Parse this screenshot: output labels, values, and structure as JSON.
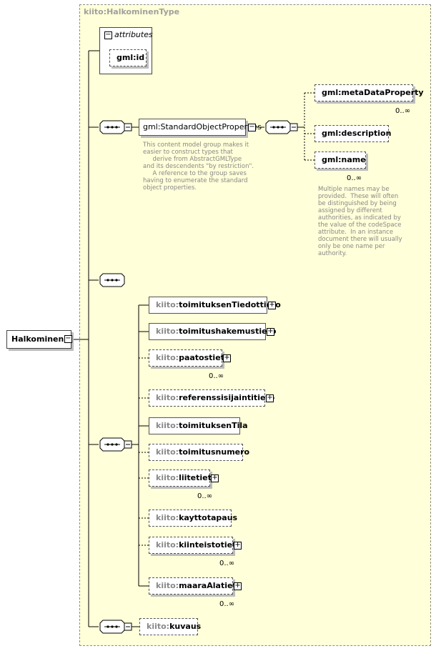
{
  "type_name": "kiito:HalkominenType",
  "root_element": "Halkominen",
  "attributes": {
    "title": "attributes",
    "items": [
      {
        "name": "gml:id"
      }
    ]
  },
  "standard_properties": {
    "group_prefix": "gml:",
    "group_name": "StandardObjectProperties",
    "doc": "This content model group makes it\neasier to construct types that\n     derive from AbstractGMLType\nand its descendents \"by restriction\".\n     A reference to the group saves\nhaving to enumerate the standard\nobject properties.",
    "children": [
      {
        "name": "gml:metaDataProperty",
        "mult": "0..∞"
      },
      {
        "name": "gml:description",
        "mult": ""
      },
      {
        "name": "gml:name",
        "mult": "0..∞",
        "doc": "Multiple names may be\nprovided.  These will often\nbe distinguished by being\nassigned by different\nauthorities, as indicated by\nthe value of the codeSpace\nattribute.  In an instance\ndocument there will usually\nonly be one name per\nauthority."
      }
    ]
  },
  "main_sequence": [
    {
      "prefix": "kiito:",
      "name": "toimituksenTiedottieto",
      "mult": ""
    },
    {
      "prefix": "kiito:",
      "name": "toimitushakemustieto",
      "mult": ""
    },
    {
      "prefix": "kiito:",
      "name": "paatostieto",
      "mult": "0..∞"
    },
    {
      "prefix": "kiito:",
      "name": "referenssisijaintitieto",
      "mult": ""
    },
    {
      "prefix": "kiito:",
      "name": "toimituksenTila",
      "mult": ""
    },
    {
      "prefix": "kiito:",
      "name": "toimitusnumero",
      "mult": ""
    },
    {
      "prefix": "kiito:",
      "name": "liitetieto",
      "mult": "0..∞"
    },
    {
      "prefix": "kiito:",
      "name": "kayttotapaus",
      "mult": ""
    },
    {
      "prefix": "kiito:",
      "name": "kiinteistotieto",
      "mult": "0..∞"
    },
    {
      "prefix": "kiito:",
      "name": "maaraAlatieto",
      "mult": "0..∞"
    }
  ],
  "last_element": {
    "prefix": "kiito:",
    "name": "kuvaus"
  },
  "colors": {
    "background": "#ffffd9",
    "namespace_text": "#888888",
    "doc_text": "#888888",
    "line": "#000000"
  }
}
